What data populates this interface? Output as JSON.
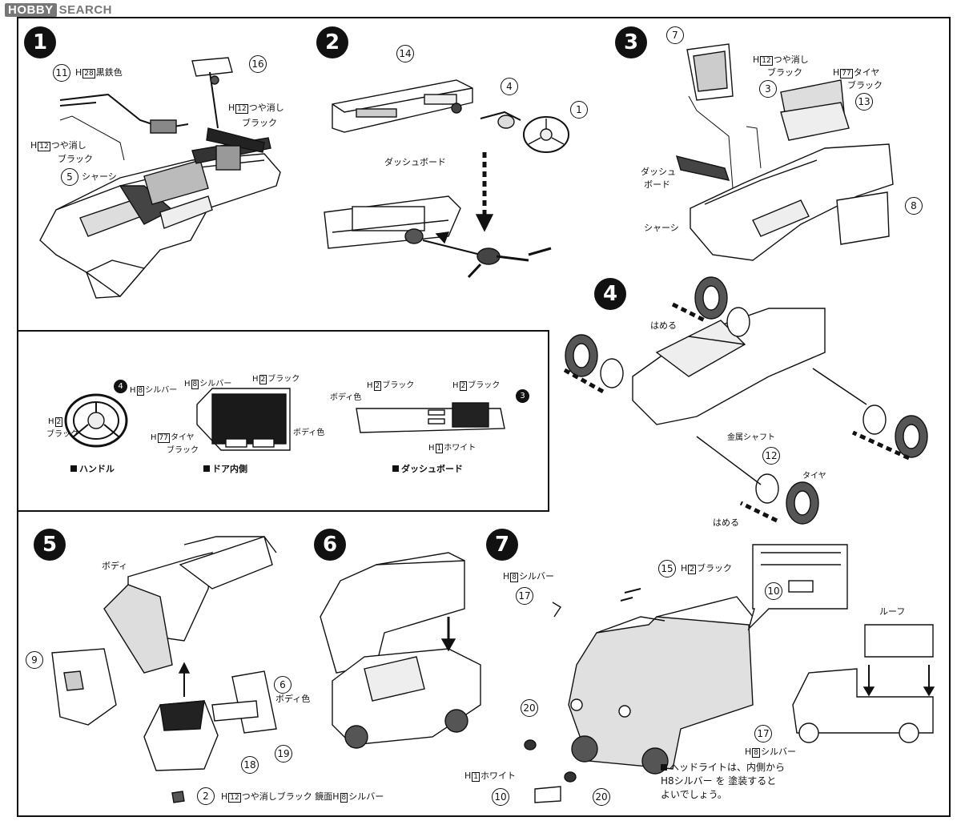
{
  "watermark": {
    "logo": "HOBBY",
    "text": "SEARCH"
  },
  "steps": [
    "1",
    "2",
    "3",
    "4",
    "5",
    "6",
    "7"
  ],
  "parts": {
    "p11": "11",
    "p16": "16",
    "p5": "5",
    "p14": "14",
    "p4": "4",
    "p1": "1",
    "p7": "7",
    "p3": "3",
    "p13": "13",
    "p8": "8",
    "p12": "12",
    "p9": "9",
    "p6": "6",
    "p18": "18",
    "p19": "19",
    "p2": "2",
    "p17a": "17",
    "p15": "15",
    "p10a": "10",
    "p20a": "20",
    "p20b": "20",
    "p17b": "17",
    "p10b": "10",
    "inset_4": "4",
    "inset_3": "3"
  },
  "labels": {
    "s1_h28": "H",
    "s1_h28_code": "28",
    "s1_h28_color": "黒鉄色",
    "s1_h12a": "H",
    "s1_h12a_code": "12",
    "s1_h12a_l1": "つや消し",
    "s1_h12a_l2": "ブラック",
    "s1_h12b": "H",
    "s1_h12b_code": "12",
    "s1_h12b_l1": "つや消し",
    "s1_h12b_l2": "ブラック",
    "s1_chassis": "シャーシ",
    "s2_dashboard": "ダッシュボード",
    "s3_h12": "H",
    "s3_h12_code": "12",
    "s3_h12_l1": "つや消し",
    "s3_h12_l2": "ブラック",
    "s3_h77": "H",
    "s3_h77_code": "77",
    "s3_h77_l1": "タイヤ",
    "s3_h77_l2": "ブラック",
    "s3_dash_l1": "ダッシュ",
    "s3_dash_l2": "ボード",
    "s3_chassis": "シャーシ",
    "s4_hameru1": "はめる",
    "s4_shaft": "金属シャフト",
    "s4_tire": "タイヤ",
    "s4_hameru2": "はめる",
    "in_h8": "H",
    "in_h8_code": "8",
    "in_h8_color": "シルバー",
    "in_h2a": "H",
    "in_h2a_code": "2",
    "in_h2a_color": "ブラック",
    "in_h8b": "H",
    "in_h8b_code": "8",
    "in_h8b_color": "シルバー",
    "in_h2b": "H",
    "in_h2b_code": "2",
    "in_h2b_color": "ブラック",
    "in_h77": "H",
    "in_h77_code": "77",
    "in_h77_l1": "タイヤ",
    "in_h77_l2": "ブラック",
    "in_body1": "ボディ色",
    "in_body2": "ボディ色",
    "in_h2c": "H",
    "in_h2c_code": "2",
    "in_h2c_color": "ブラック",
    "in_h2d": "H",
    "in_h2d_code": "2",
    "in_h2d_color": "ブラック",
    "in_h1": "H",
    "in_h1_code": "1",
    "in_h1_color": "ホワイト",
    "cap_handle": "ハンドル",
    "cap_door": "ドア内側",
    "cap_dash": "ダッシュボード",
    "s5_body": "ボディ",
    "s5_bodycolor": "ボディ色",
    "s5_bottom": "つや消しブラック  鏡面",
    "s5_bottom_h12": "12",
    "s5_bottom_h8": "8",
    "s5_bottom_silver": "シルバー",
    "s7_h8a": "H",
    "s7_h8a_code": "8",
    "s7_h8a_color": "シルバー",
    "s7_h2": "H",
    "s7_h2_code": "2",
    "s7_h2_color": "ブラック",
    "s7_roof": "ルーフ",
    "s7_h8b": "H",
    "s7_h8b_code": "8",
    "s7_h8b_color": "シルバー",
    "s7_h1": "H",
    "s7_h1_code": "1",
    "s7_h1_color": "ホワイト",
    "s7_note": "ヘッドライトは、内側から\nH8シルバー を 塗装すると\nよいでしょう。"
  }
}
